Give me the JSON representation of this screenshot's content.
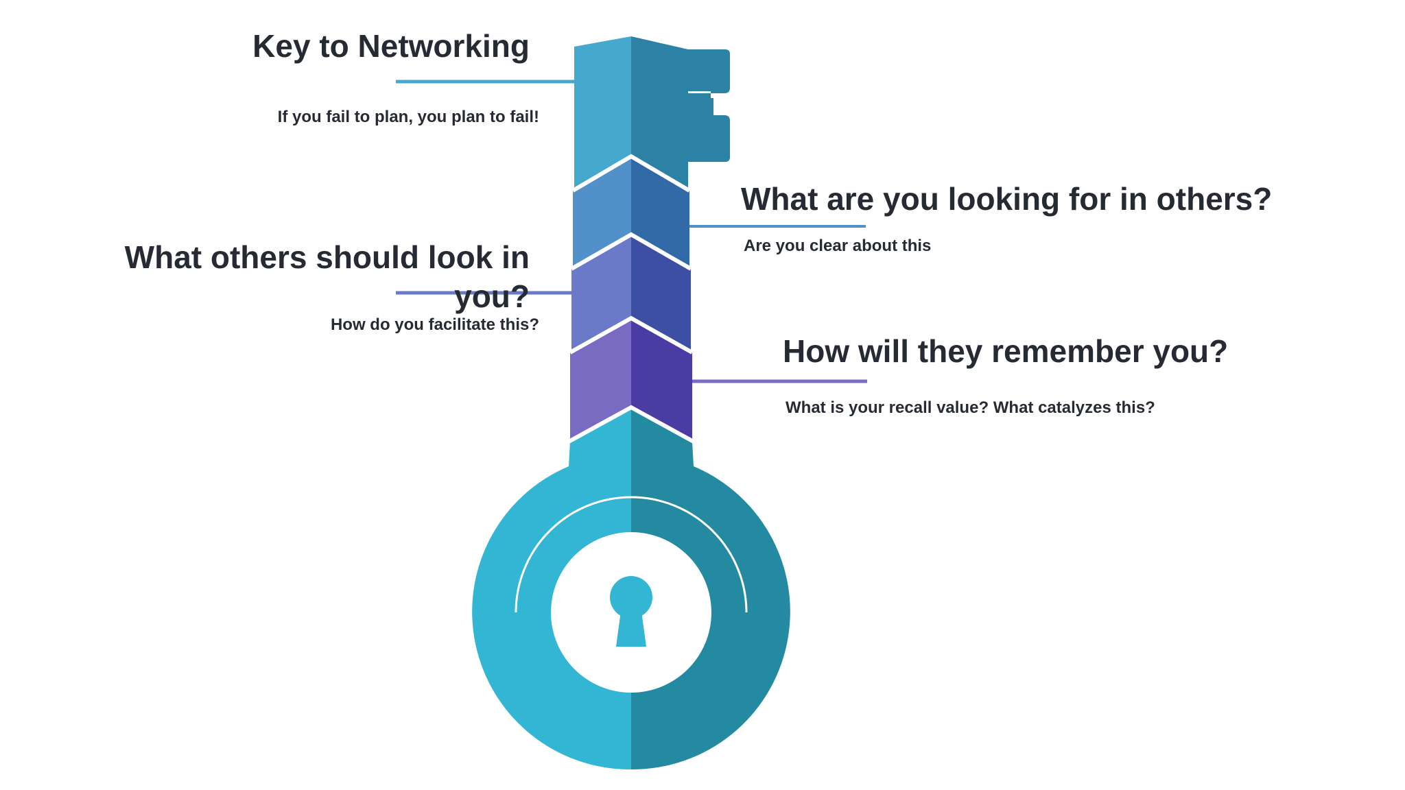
{
  "colors": {
    "head_teal_light": "#33b5d4",
    "head_teal_dark": "#248aa1",
    "band1_light": "#44a9cd",
    "band1_dark": "#2b82a5",
    "band2_light": "#5190c9",
    "band2_dark": "#316aa6",
    "band3_light": "#6a7ac8",
    "band3_dark": "#3d4fa3",
    "band4_light": "#7a6bc2",
    "band4_dark": "#4a3ca3",
    "text": "#262a33",
    "line_teal": "#44a9cd",
    "line_blue": "#5190c9",
    "line_indigo": "#6a7ac8",
    "line_purple": "#7a6bc2"
  },
  "items": [
    {
      "title": "Key to Networking",
      "subtitle": "If you fail to plan, you plan to fail!"
    },
    {
      "title": "What others should look in you?",
      "subtitle": "How do you facilitate this?"
    },
    {
      "title": "What are you looking for in others?",
      "subtitle": "Are you clear about this"
    },
    {
      "title": "How will they remember you?",
      "subtitle": "What is your recall value? What catalyzes this?"
    }
  ],
  "icons": {
    "key": "key-icon",
    "keyhole": "keyhole-icon"
  }
}
